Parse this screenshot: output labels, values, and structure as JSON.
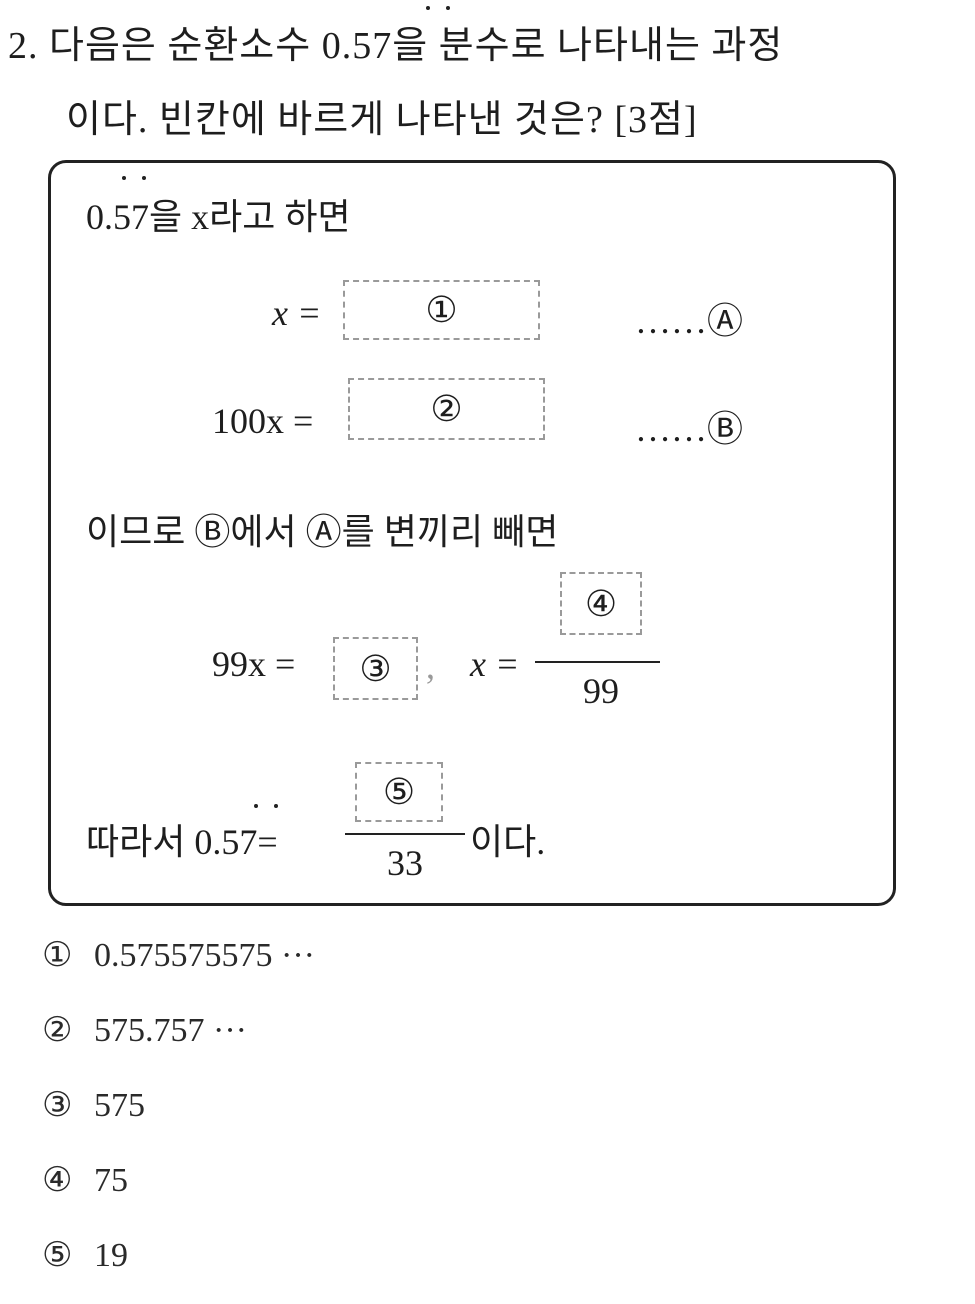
{
  "question": {
    "number": "2.",
    "line1": "다음은 순환소수 0.57을 분수로 나타내는 과정",
    "line2": "이다. 빈칸에 바르게 나타낸 것은? [3점]"
  },
  "box": {
    "intro": "0.57을 x라고 하면",
    "eq_a_lhs": "x =",
    "eq_a_blank": "①",
    "eq_a_tag": "……Ⓐ",
    "eq_b_lhs": "100x =",
    "eq_b_blank": "②",
    "eq_b_tag": "……Ⓑ",
    "subtract_text": "이므로 Ⓑ에서 Ⓐ를 변끼리 빼면",
    "eq_c_lhs": "99x =",
    "eq_c_blank": "③",
    "eq_c_sep": ",",
    "eq_d_lhs": "x =",
    "eq_d_num_blank": "④",
    "eq_d_den": "99",
    "conclusion_prefix": "따라서 0.57=",
    "conclusion_num_blank": "⑤",
    "conclusion_den": "33",
    "conclusion_suffix": "이다."
  },
  "choices": [
    {
      "marker": "①",
      "text": "0.575575575 ···"
    },
    {
      "marker": "②",
      "text": "575.757 ···"
    },
    {
      "marker": "③",
      "text": "575"
    },
    {
      "marker": "④",
      "text": "75"
    },
    {
      "marker": "⑤",
      "text": "19"
    }
  ]
}
